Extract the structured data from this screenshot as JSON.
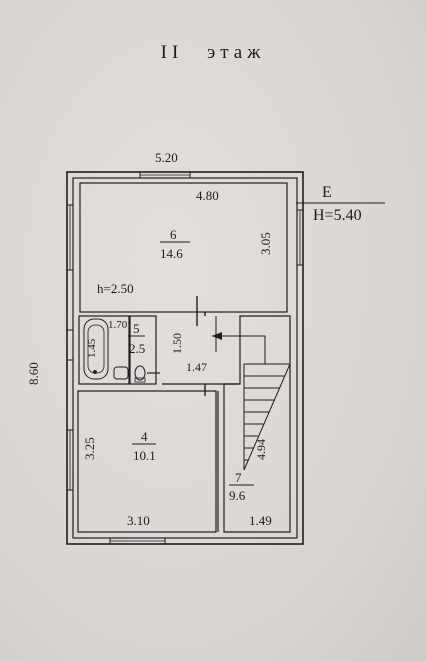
{
  "title": "II этаж",
  "section": {
    "letter": "E",
    "height_label": "H=5.40"
  },
  "dimensions": {
    "overall_width": "5.20",
    "overall_depth": "8.60",
    "room6_width": "4.80",
    "room6_depth": "3.05",
    "ceiling_height": "h=2.50",
    "bath_width": "1.70",
    "bath_depth": "1.45",
    "hall_width": "1.47",
    "hall_depth": "1.50",
    "room4_depth": "3.25",
    "room4_width": "3.10",
    "stair_length": "4.94",
    "stair_width": "1.49"
  },
  "rooms": [
    {
      "number": "6",
      "area": "14.6"
    },
    {
      "number": "5",
      "area": "2.5"
    },
    {
      "number": "4",
      "area": "10.1"
    },
    {
      "number": "7",
      "area": "9.6"
    }
  ]
}
